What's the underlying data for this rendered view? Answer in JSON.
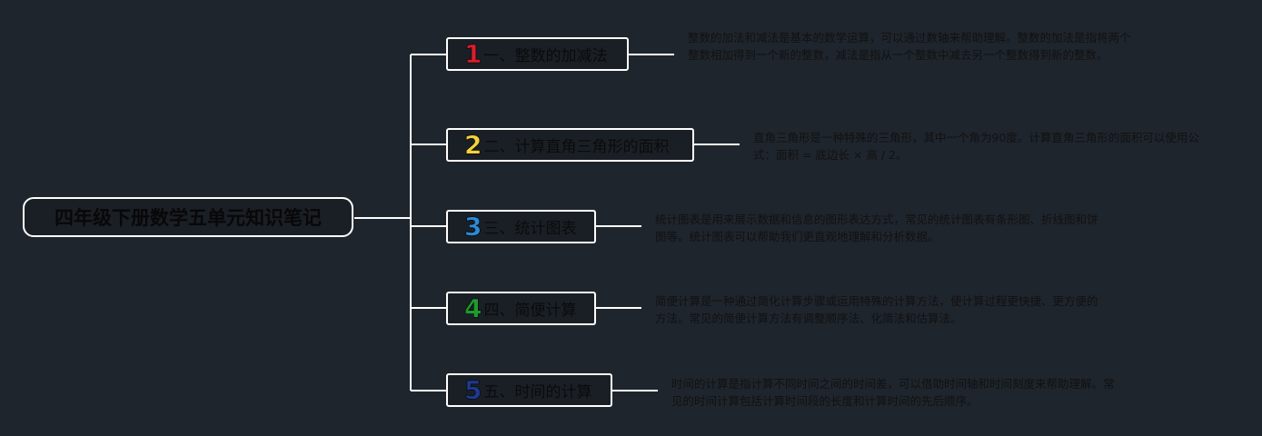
{
  "root": {
    "title": "四年级下册数学五单元知识笔记"
  },
  "branches": [
    {
      "number": "1",
      "number_color": "#d81e2c",
      "label": "一、整数的加减法",
      "description": "整数的加法和减法是基本的数学运算，可以通过数轴来帮助理解。整数的加法是指将两个整数相加得到一个新的整数，减法是指从一个整数中减去另一个整数得到新的整数。"
    },
    {
      "number": "2",
      "number_color": "#f2d23a",
      "label": "二、计算直角三角形的面积",
      "description": "直角三角形是一种特殊的三角形，其中一个角为90度。计算直角三角形的面积可以使用公式：面积 = 底边长 × 高 / 2。"
    },
    {
      "number": "3",
      "number_color": "#2b8ad8",
      "label": "三、统计图表",
      "description": "统计图表是用来展示数据和信息的图形表达方式，常见的统计图表有条形图、折线图和饼图等。统计图表可以帮助我们更直观地理解和分析数据。"
    },
    {
      "number": "4",
      "number_color": "#1f9a2e",
      "label": "四、简便计算",
      "description": "简便计算是一种通过简化计算步骤或运用特殊的计算方法，使计算过程更快捷、更方便的方法。常见的简便计算方法有调整顺序法、化简法和估算法。"
    },
    {
      "number": "5",
      "number_color": "#1e3a8f",
      "label": "五、时间的计算",
      "description": "时间的计算是指计算不同时间之间的时间差，可以借助时间轴和时间刻度来帮助理解。常见的时间计算包括计算时间段的长度和计算时间的先后顺序。"
    }
  ]
}
